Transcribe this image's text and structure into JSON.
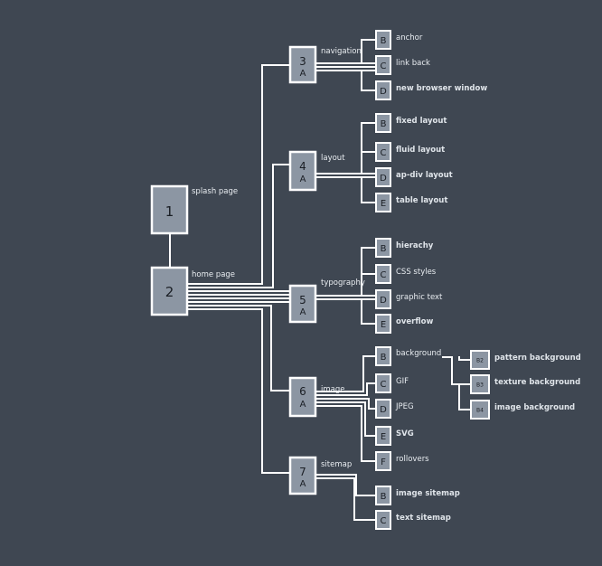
{
  "colors": {
    "background": "#3f4752",
    "box_fill": "#8c96a3",
    "line": "#ffffff",
    "text": "#e9edf1"
  },
  "nodes": {
    "n1": {
      "label": "1",
      "caption": "splash page"
    },
    "n2": {
      "label": "2",
      "caption": "home page"
    },
    "n3": {
      "label": "3",
      "sub": "A",
      "caption": "navigation",
      "children": [
        "anchor",
        "link back",
        "new browser window"
      ]
    },
    "n4": {
      "label": "4",
      "sub": "A",
      "caption": "layout",
      "children": [
        "fixed layout",
        "fluid layout",
        "ap-div layout",
        "table layout"
      ]
    },
    "n5": {
      "label": "5",
      "sub": "A",
      "caption": "typography",
      "children": [
        "hierachy",
        "CSS styles",
        "graphic text",
        "overflow"
      ]
    },
    "n6": {
      "label": "6",
      "sub": "A",
      "caption": "image",
      "children": [
        "background",
        "GIF",
        "JPEG",
        "SVG",
        "rollovers"
      ]
    },
    "n7": {
      "label": "7",
      "sub": "A",
      "caption": "sitemap",
      "children": [
        "image sitemap",
        "text sitemap"
      ]
    },
    "n6b": {
      "children": [
        "pattern background",
        "texture background",
        "image background"
      ]
    }
  },
  "letters": {
    "n3": [
      "B",
      "C",
      "D"
    ],
    "n4": [
      "B",
      "C",
      "D",
      "E"
    ],
    "n5": [
      "B",
      "C",
      "D",
      "E"
    ],
    "n6": [
      "B",
      "C",
      "D",
      "E",
      "F"
    ],
    "n7": [
      "B",
      "C"
    ],
    "n6b": [
      "B2",
      "B3",
      "B4"
    ]
  }
}
